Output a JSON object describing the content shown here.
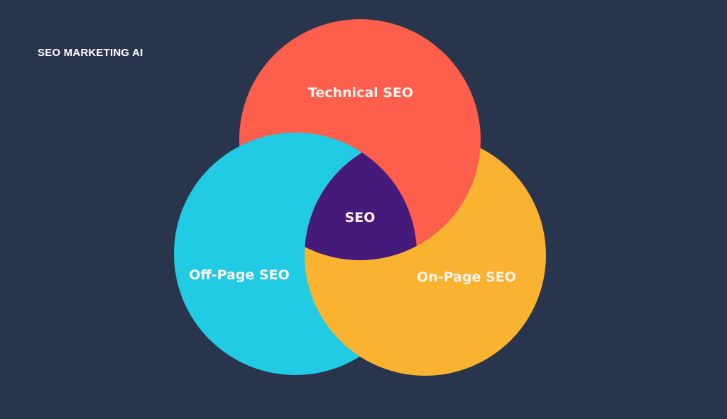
{
  "brand": {
    "title": "SEO MARKETING AI"
  },
  "diagram": {
    "type": "venn",
    "circles": [
      {
        "id": "technical",
        "label": "Technical SEO",
        "color": "#fd5f4c"
      },
      {
        "id": "offpage",
        "label": "Off-Page SEO",
        "color": "#20cbe3"
      },
      {
        "id": "onpage",
        "label": "On-Page SEO",
        "color": "#f9b331"
      }
    ],
    "intersection": {
      "label": "SEO",
      "color": "#461a7a"
    }
  },
  "colors": {
    "background": "#29354d",
    "text": "#ffffff"
  }
}
